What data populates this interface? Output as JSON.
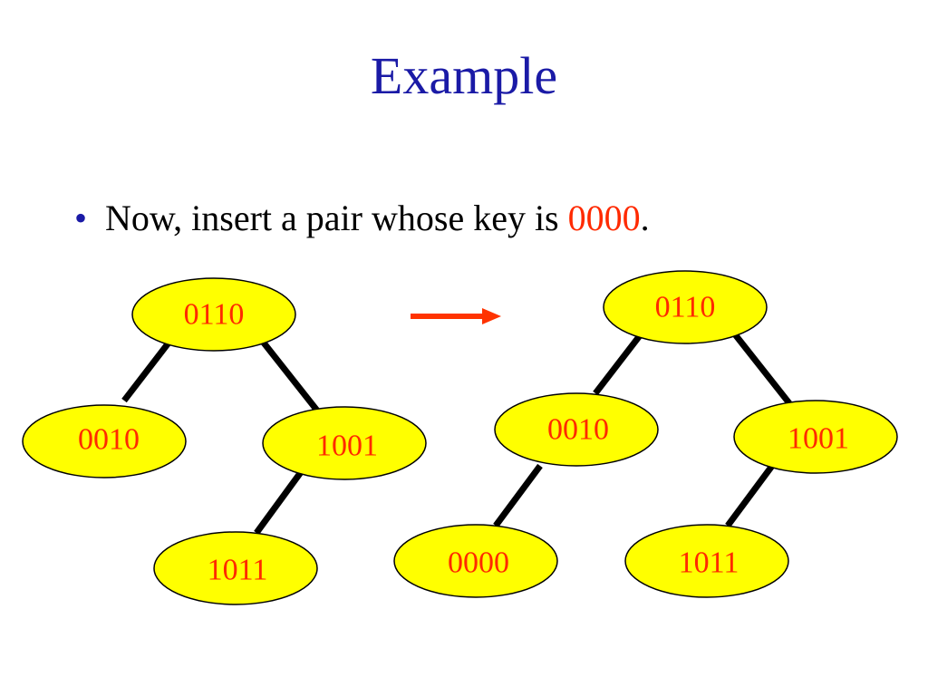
{
  "slide": {
    "title": "Example",
    "bullet": {
      "prefix": "Now, insert a pair whose key is ",
      "highlight": "0000",
      "suffix": "."
    }
  },
  "colors": {
    "title": "#1a1aa6",
    "node_fill": "#ffff00",
    "node_text": "#ff2a00",
    "edge": "#000000",
    "arrow": "#ff3300"
  },
  "trees": [
    {
      "name": "before-tree",
      "nodes": [
        {
          "id": "b-root",
          "label": "0110"
        },
        {
          "id": "b-left",
          "label": "0010"
        },
        {
          "id": "b-right",
          "label": "1001"
        },
        {
          "id": "b-right-left",
          "label": "1011"
        }
      ],
      "edges": [
        [
          "b-root",
          "b-left"
        ],
        [
          "b-root",
          "b-right"
        ],
        [
          "b-right",
          "b-right-left"
        ]
      ]
    },
    {
      "name": "after-tree",
      "nodes": [
        {
          "id": "a-root",
          "label": "0110"
        },
        {
          "id": "a-left",
          "label": "0010"
        },
        {
          "id": "a-right",
          "label": "1001"
        },
        {
          "id": "a-left-left",
          "label": "0000"
        },
        {
          "id": "a-right-left",
          "label": "1011"
        }
      ],
      "edges": [
        [
          "a-root",
          "a-left"
        ],
        [
          "a-root",
          "a-right"
        ],
        [
          "a-left",
          "a-left-left"
        ],
        [
          "a-right",
          "a-right-left"
        ]
      ]
    }
  ]
}
